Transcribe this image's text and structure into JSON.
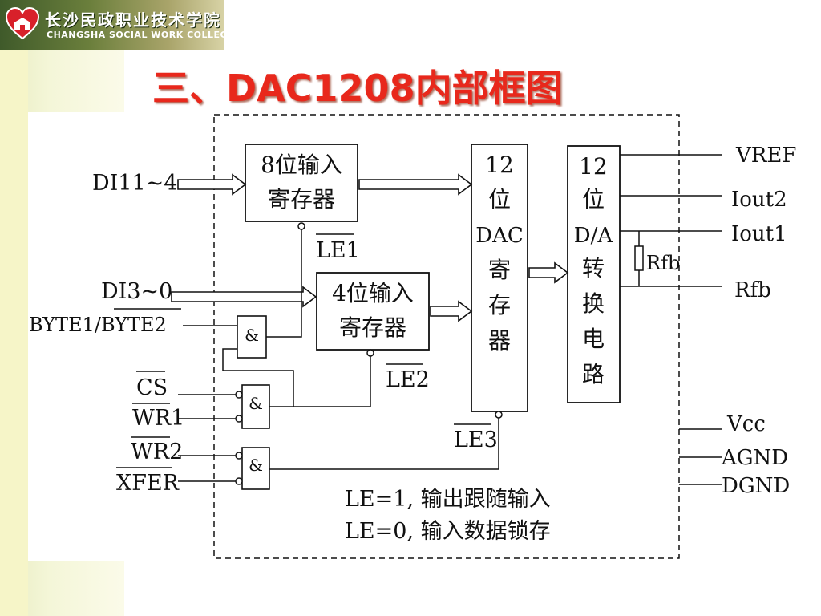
{
  "header": {
    "school_name_cn": "长沙民政职业技术学院",
    "school_name_en": "CHANGSHA SOCIAL WORK COLLEGE",
    "logo_icon": "heart-logo-icon"
  },
  "title": "三、DAC1208内部框图",
  "colors": {
    "title": "#e8281c",
    "header": "#4f6a30",
    "line": "#111111"
  },
  "diagram": {
    "inputs": {
      "di_high": "DI11~4",
      "di_low": "DI3~0",
      "byte_sel": "BYTE1/BYTE2",
      "cs": "CS",
      "wr1": "WR1",
      "wr2": "WR2",
      "xfer": "XFER"
    },
    "blocks": {
      "reg8_line1": "8位输入",
      "reg8_line2": "寄存器",
      "reg4_line1": "4位输入",
      "reg4_line2": "寄存器",
      "dac_reg": [
        "12",
        "位",
        "DAC",
        "寄",
        "存",
        "器"
      ],
      "da_conv": [
        "12",
        "位",
        "D/A",
        "转",
        "换",
        "电",
        "路"
      ]
    },
    "gates": {
      "and_symbol": "&"
    },
    "latch_enables": {
      "le1": "LE1",
      "le2": "LE2",
      "le3": "LE3"
    },
    "outputs": {
      "vref": "VREF",
      "iout2": "Iout2",
      "iout1": "Iout1",
      "rfb": "Rfb",
      "rfb_resistor": "Rfb",
      "vcc": "Vcc",
      "agnd": "AGND",
      "dgnd": "DGND"
    },
    "notes": {
      "line1": "LE=1, 输出跟随输入",
      "line2": "LE=0, 输入数据锁存"
    }
  }
}
